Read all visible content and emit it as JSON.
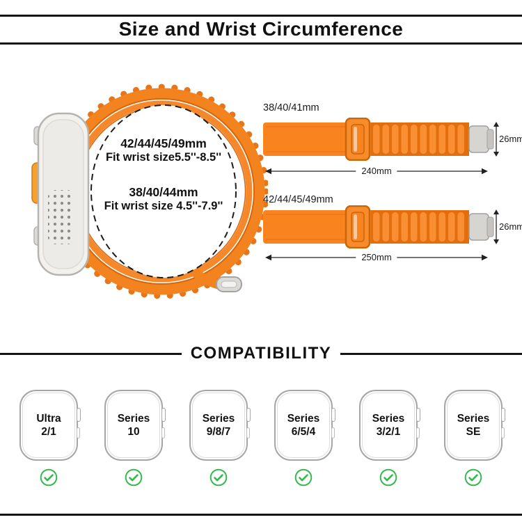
{
  "header": {
    "title": "Size and Wrist Circumference"
  },
  "size_guide": {
    "loop_text": {
      "line1": "42/44/45/49mm",
      "line2": "Fit wrist size5.5''-8.5''",
      "line3": "38/40/44mm",
      "line4": "Fit wrist size 4.5''-7.9''"
    },
    "bands": [
      {
        "label": "38/40/41mm",
        "width": "26mm",
        "length": "240mm"
      },
      {
        "label": "42/44/45/49mm",
        "width": "26mm",
        "length": "250mm"
      }
    ]
  },
  "compatibility": {
    "title": "COMPATIBILITY",
    "models": [
      {
        "line1": "Ultra",
        "line2": "2/1"
      },
      {
        "line1": "Series",
        "line2": "10"
      },
      {
        "line1": "Series",
        "line2": "9/8/7"
      },
      {
        "line1": "Series",
        "line2": "6/5/4"
      },
      {
        "line1": "Series",
        "line2": "3/2/1"
      },
      {
        "line1": "Series",
        "line2": "SE"
      }
    ]
  },
  "icons": {
    "check": "check-icon"
  },
  "colors": {
    "band_orange": "#F8831F",
    "band_orange_dark": "#D6660C",
    "check_green": "#35B94E",
    "rule_black": "#141414"
  }
}
